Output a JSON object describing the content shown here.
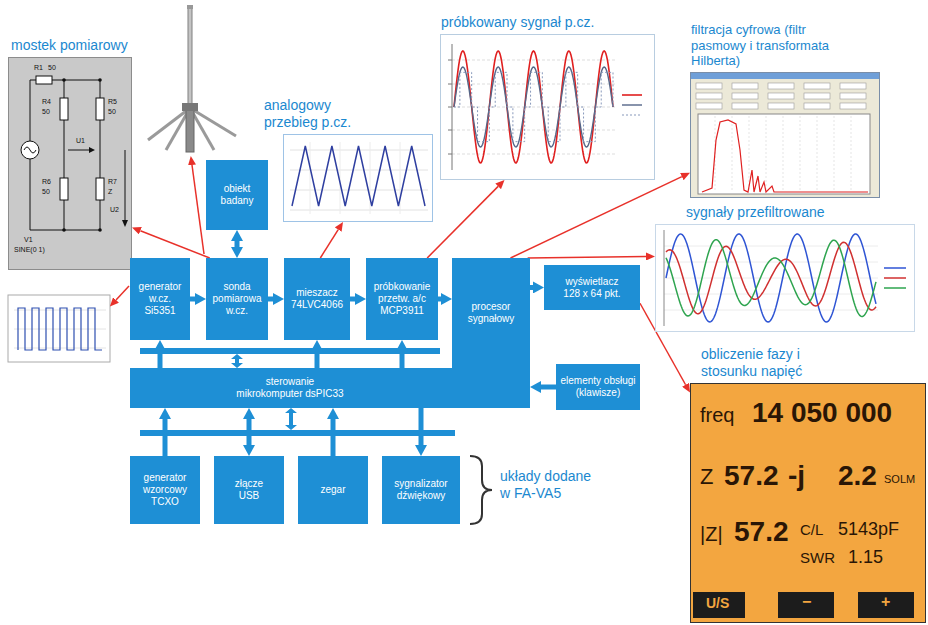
{
  "diagram": {
    "nodes": [
      {
        "text": [
          "próbkowany sygnał p.cz."
        ]
      },
      {
        "text": [
          "filtracja cyfrowa (filtr pasmowy i transformata Hilberta)"
        ]
      },
      {
        "text": [
          "mostek pomiarowy"
        ]
      },
      {
        "text": [
          "analogowy przebieg p.cz."
        ]
      },
      {
        "text": [
          "obiekt badany"
        ]
      },
      {
        "text": [
          "sygnały przefiltrowane"
        ]
      },
      {
        "text": [
          "generator w.cz. Si5351"
        ]
      },
      {
        "text": [
          "sonda pomiarowa w.cz."
        ]
      },
      {
        "text": [
          "mieszacz 74LVC4066"
        ]
      },
      {
        "text": [
          "próbkowanie przetw. a/c MCP3911"
        ]
      },
      {
        "text": [
          "procesor sygnałowy"
        ]
      },
      {
        "text": [
          "wyświetlacz 128 x 64 pkt."
        ]
      },
      {
        "text": [
          "obliczenie fazy i stosunku napięć"
        ]
      },
      {
        "text": [
          "elementy obsługi (klawisze)"
        ]
      },
      {
        "text": [
          "sterowanie mikrokomputer dsPIC33"
        ]
      },
      {
        "text": [
          "generator wzorcowy TCXO"
        ]
      },
      {
        "text": [
          "złącze USB"
        ]
      },
      {
        "text": [
          "zegar"
        ]
      },
      {
        "text": [
          "sygnalizator dźwiękowy"
        ]
      }
    ],
    "edges": [
      {
        "from": 6,
        "to": 7,
        "arrow": "to"
      },
      {
        "from": 4,
        "to": 7,
        "arrow": "both"
      },
      {
        "from": 7,
        "to": 8,
        "arrow": "to"
      },
      {
        "from": 8,
        "to": 9,
        "arrow": "to"
      },
      {
        "from": 9,
        "to": 10,
        "arrow": "to"
      },
      {
        "from": 10,
        "to": 11,
        "arrow": "to"
      },
      {
        "from": 13,
        "to": 14,
        "arrow": "to"
      },
      {
        "from": 14,
        "to": 6,
        "arrow": "to"
      },
      {
        "from": 14,
        "to": 8,
        "arrow": "to"
      },
      {
        "from": 14,
        "to": 9,
        "arrow": "to"
      },
      {
        "from": 15,
        "to": 14,
        "arrow": "to"
      },
      {
        "from": 14,
        "to": 16,
        "arrow": "both"
      },
      {
        "from": 17,
        "to": 14,
        "arrow": "to"
      },
      {
        "from": 14,
        "to": 18,
        "arrow": "to"
      },
      {
        "from": 7,
        "to": 2,
        "arrow": "to"
      },
      {
        "from": 8,
        "to": 3,
        "arrow": "to"
      },
      {
        "from": 9,
        "to": 0,
        "arrow": "to"
      },
      {
        "from": 10,
        "to": 1,
        "arrow": "to"
      },
      {
        "from": 10,
        "to": 5,
        "arrow": "to"
      },
      {
        "from": 11,
        "to": 12,
        "arrow": "to"
      }
    ],
    "labels": [
      "R1",
      "50",
      "R4",
      "50",
      "R5",
      "50",
      "U1",
      "R6",
      "50",
      "R7",
      "Z",
      "U2",
      "V1",
      "SINE(0 1)",
      "freq",
      "14 050 000",
      "Z",
      "57.2",
      "-j",
      "2.2",
      "SOLM",
      "|Z|",
      "57.2",
      "C/L",
      "5143pF",
      "SWR",
      "1.15",
      "U/S",
      "−",
      "+",
      "układy dodane w FA-VA5"
    ]
  }
}
